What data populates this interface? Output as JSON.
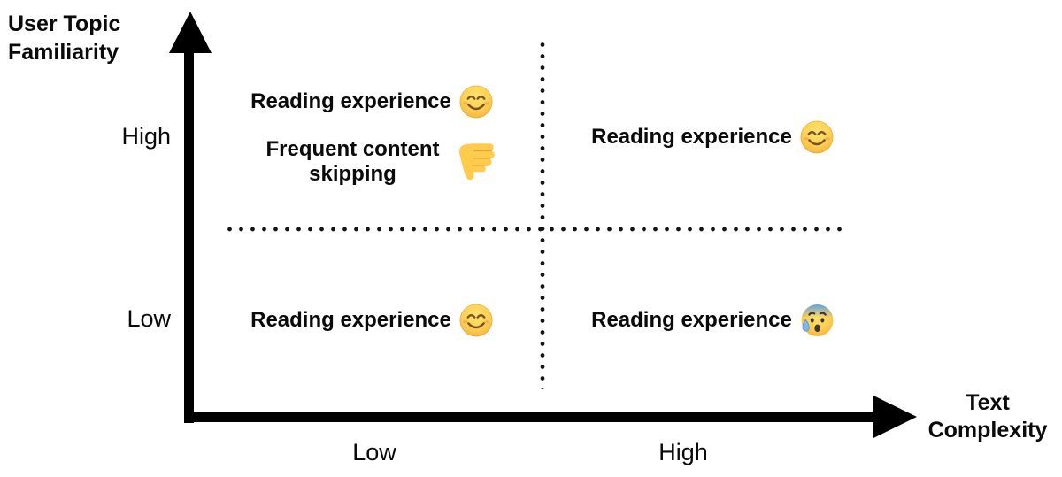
{
  "diagram": {
    "type": "quadrant-matrix",
    "axes": {
      "y": {
        "title": "User Topic Familiarity",
        "tick_high": "High",
        "tick_low": "Low"
      },
      "x": {
        "title": "Text Complexity",
        "tick_low": "Low",
        "tick_high": "High"
      }
    },
    "quadrants": {
      "top_left": {
        "reading": {
          "text": "Reading experience",
          "emoji": "smiling-face"
        },
        "note": {
          "text": "Frequent content skipping",
          "emoji": "thumbs-down"
        }
      },
      "top_right": {
        "reading": {
          "text": "Reading experience",
          "emoji": "smiling-face"
        }
      },
      "bottom_left": {
        "reading": {
          "text": "Reading experience",
          "emoji": "smiling-face"
        }
      },
      "bottom_right": {
        "reading": {
          "text": "Reading experience",
          "emoji": "anxious-face-with-sweat"
        }
      }
    },
    "icons": {
      "smiling_face": "😊",
      "thumbs_down": "👎",
      "anxious_face_with_sweat": "😰"
    },
    "colors": {
      "axis": "#000000",
      "divider_dots": "#141414",
      "emoji_yellow": "#ffcb4c",
      "emoji_blue": "#5c9fe8",
      "text": "#0a0a0a",
      "background": "#ffffff"
    }
  }
}
